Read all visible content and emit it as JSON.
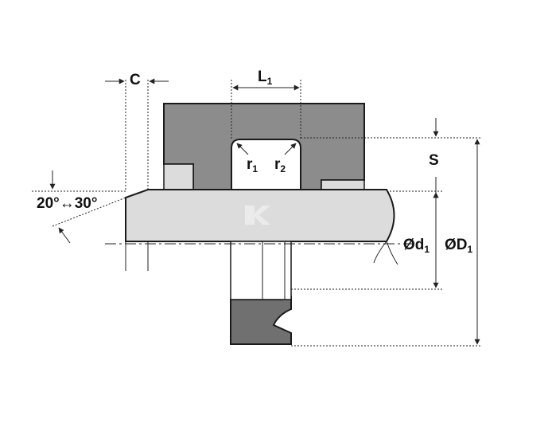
{
  "labels": {
    "c": "C",
    "l1_main": "L",
    "l1_sub": "1",
    "s": "S",
    "r1_main": "r",
    "r1_sub": "1",
    "r2_main": "r",
    "r2_sub": "2",
    "angle": "20°↔30°",
    "d1_main": "Ød",
    "d1_sub": "1",
    "D1_main": "ØD",
    "D1_sub": "1"
  },
  "colors": {
    "housing": "#8c8c8c",
    "shaft": "#dcdcdc",
    "seal": "#707070",
    "outline": "#1a1a1a",
    "logo": "#ececec"
  }
}
